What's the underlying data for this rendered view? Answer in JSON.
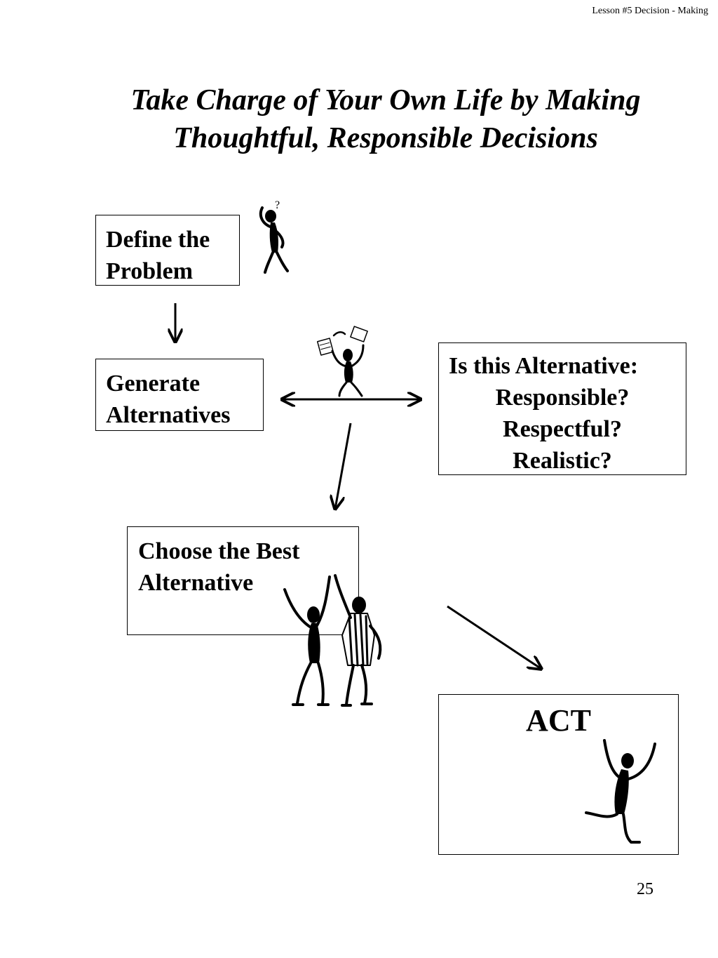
{
  "header": {
    "text": "Lesson #5 Decision - Making"
  },
  "title": {
    "line1": "Take Charge of Your Own Life by Making",
    "line2": "Thoughtful, Responsible Decisions"
  },
  "steps": {
    "define": {
      "line1": "Define the",
      "line2": "Problem"
    },
    "generate": {
      "line1": "Generate",
      "line2": "Alternatives"
    },
    "evaluate": {
      "question": "Is this Alternative:",
      "criteria": [
        "Responsible?",
        "Respectful?",
        "Realistic?"
      ]
    },
    "choose": {
      "line1": "Choose the Best",
      "line2": "Alternative"
    },
    "act": {
      "label": "ACT"
    }
  },
  "thinker_glyph": "?",
  "icons": [
    "thinking-figure-icon",
    "juggling-figure-icon",
    "high-five-figures-icon",
    "jumping-figure-icon"
  ],
  "page_number": "25"
}
